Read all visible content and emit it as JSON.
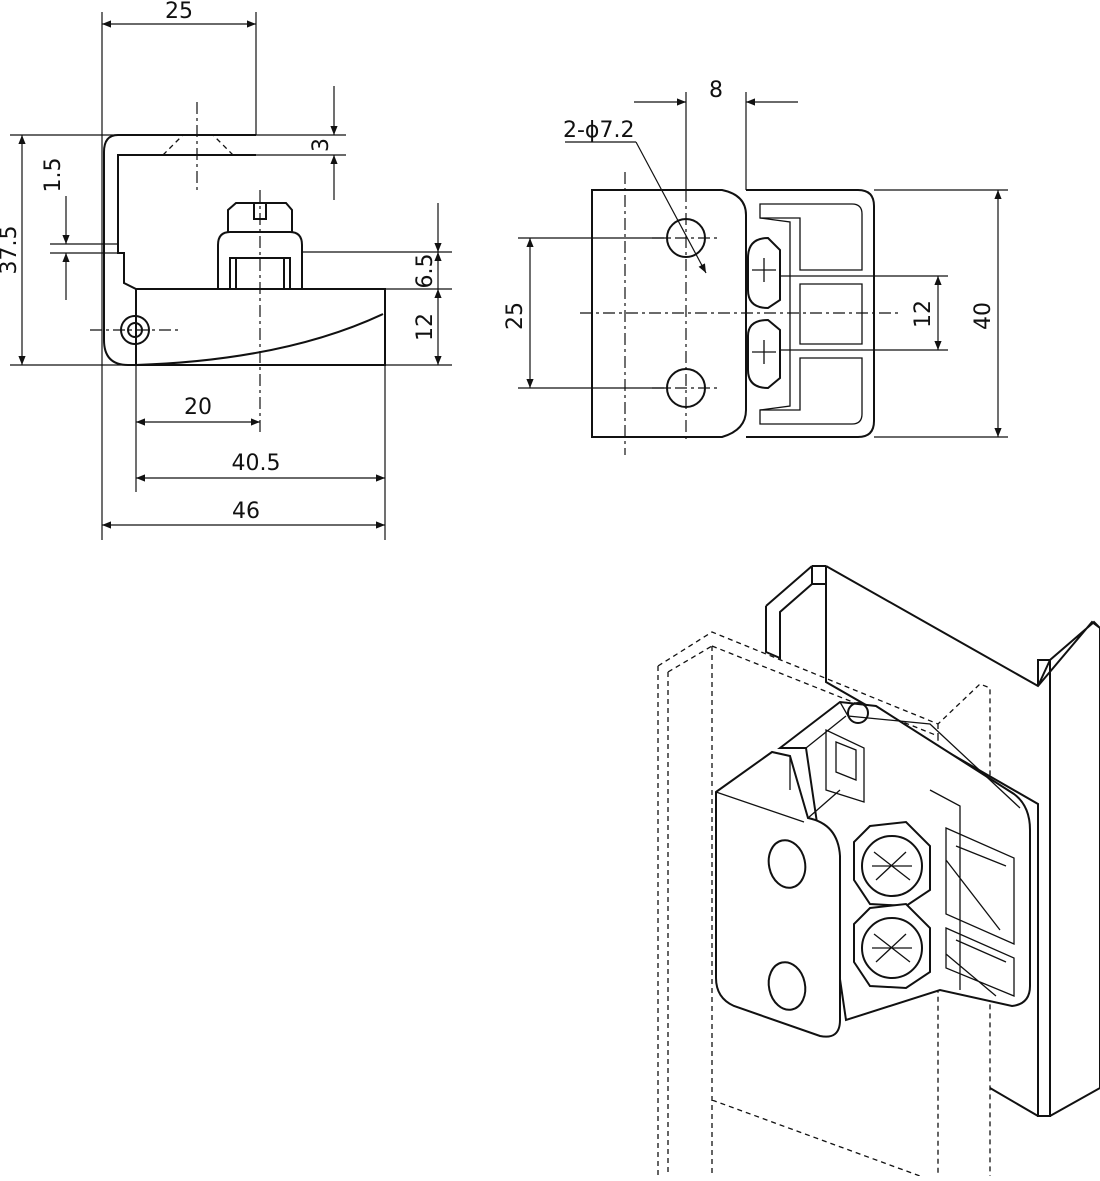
{
  "side_view": {
    "dim_top_width": "25",
    "dim_top_gap": "3",
    "dim_overall_height": "37.5",
    "dim_small_gap": "1.5",
    "dim_clip_height": "6.5",
    "dim_base_height": "12",
    "dim_inner_20": "20",
    "dim_inner_40_5": "40.5",
    "dim_overall_46": "46"
  },
  "front_view": {
    "dim_hole_offset": "8",
    "hole_callout": "2-ϕ7.2",
    "dim_hole_pitch": "25",
    "dim_screw_pitch": "12",
    "dim_overall_height": "40"
  },
  "iso_view": {
    "style": "isometric-line-art"
  }
}
